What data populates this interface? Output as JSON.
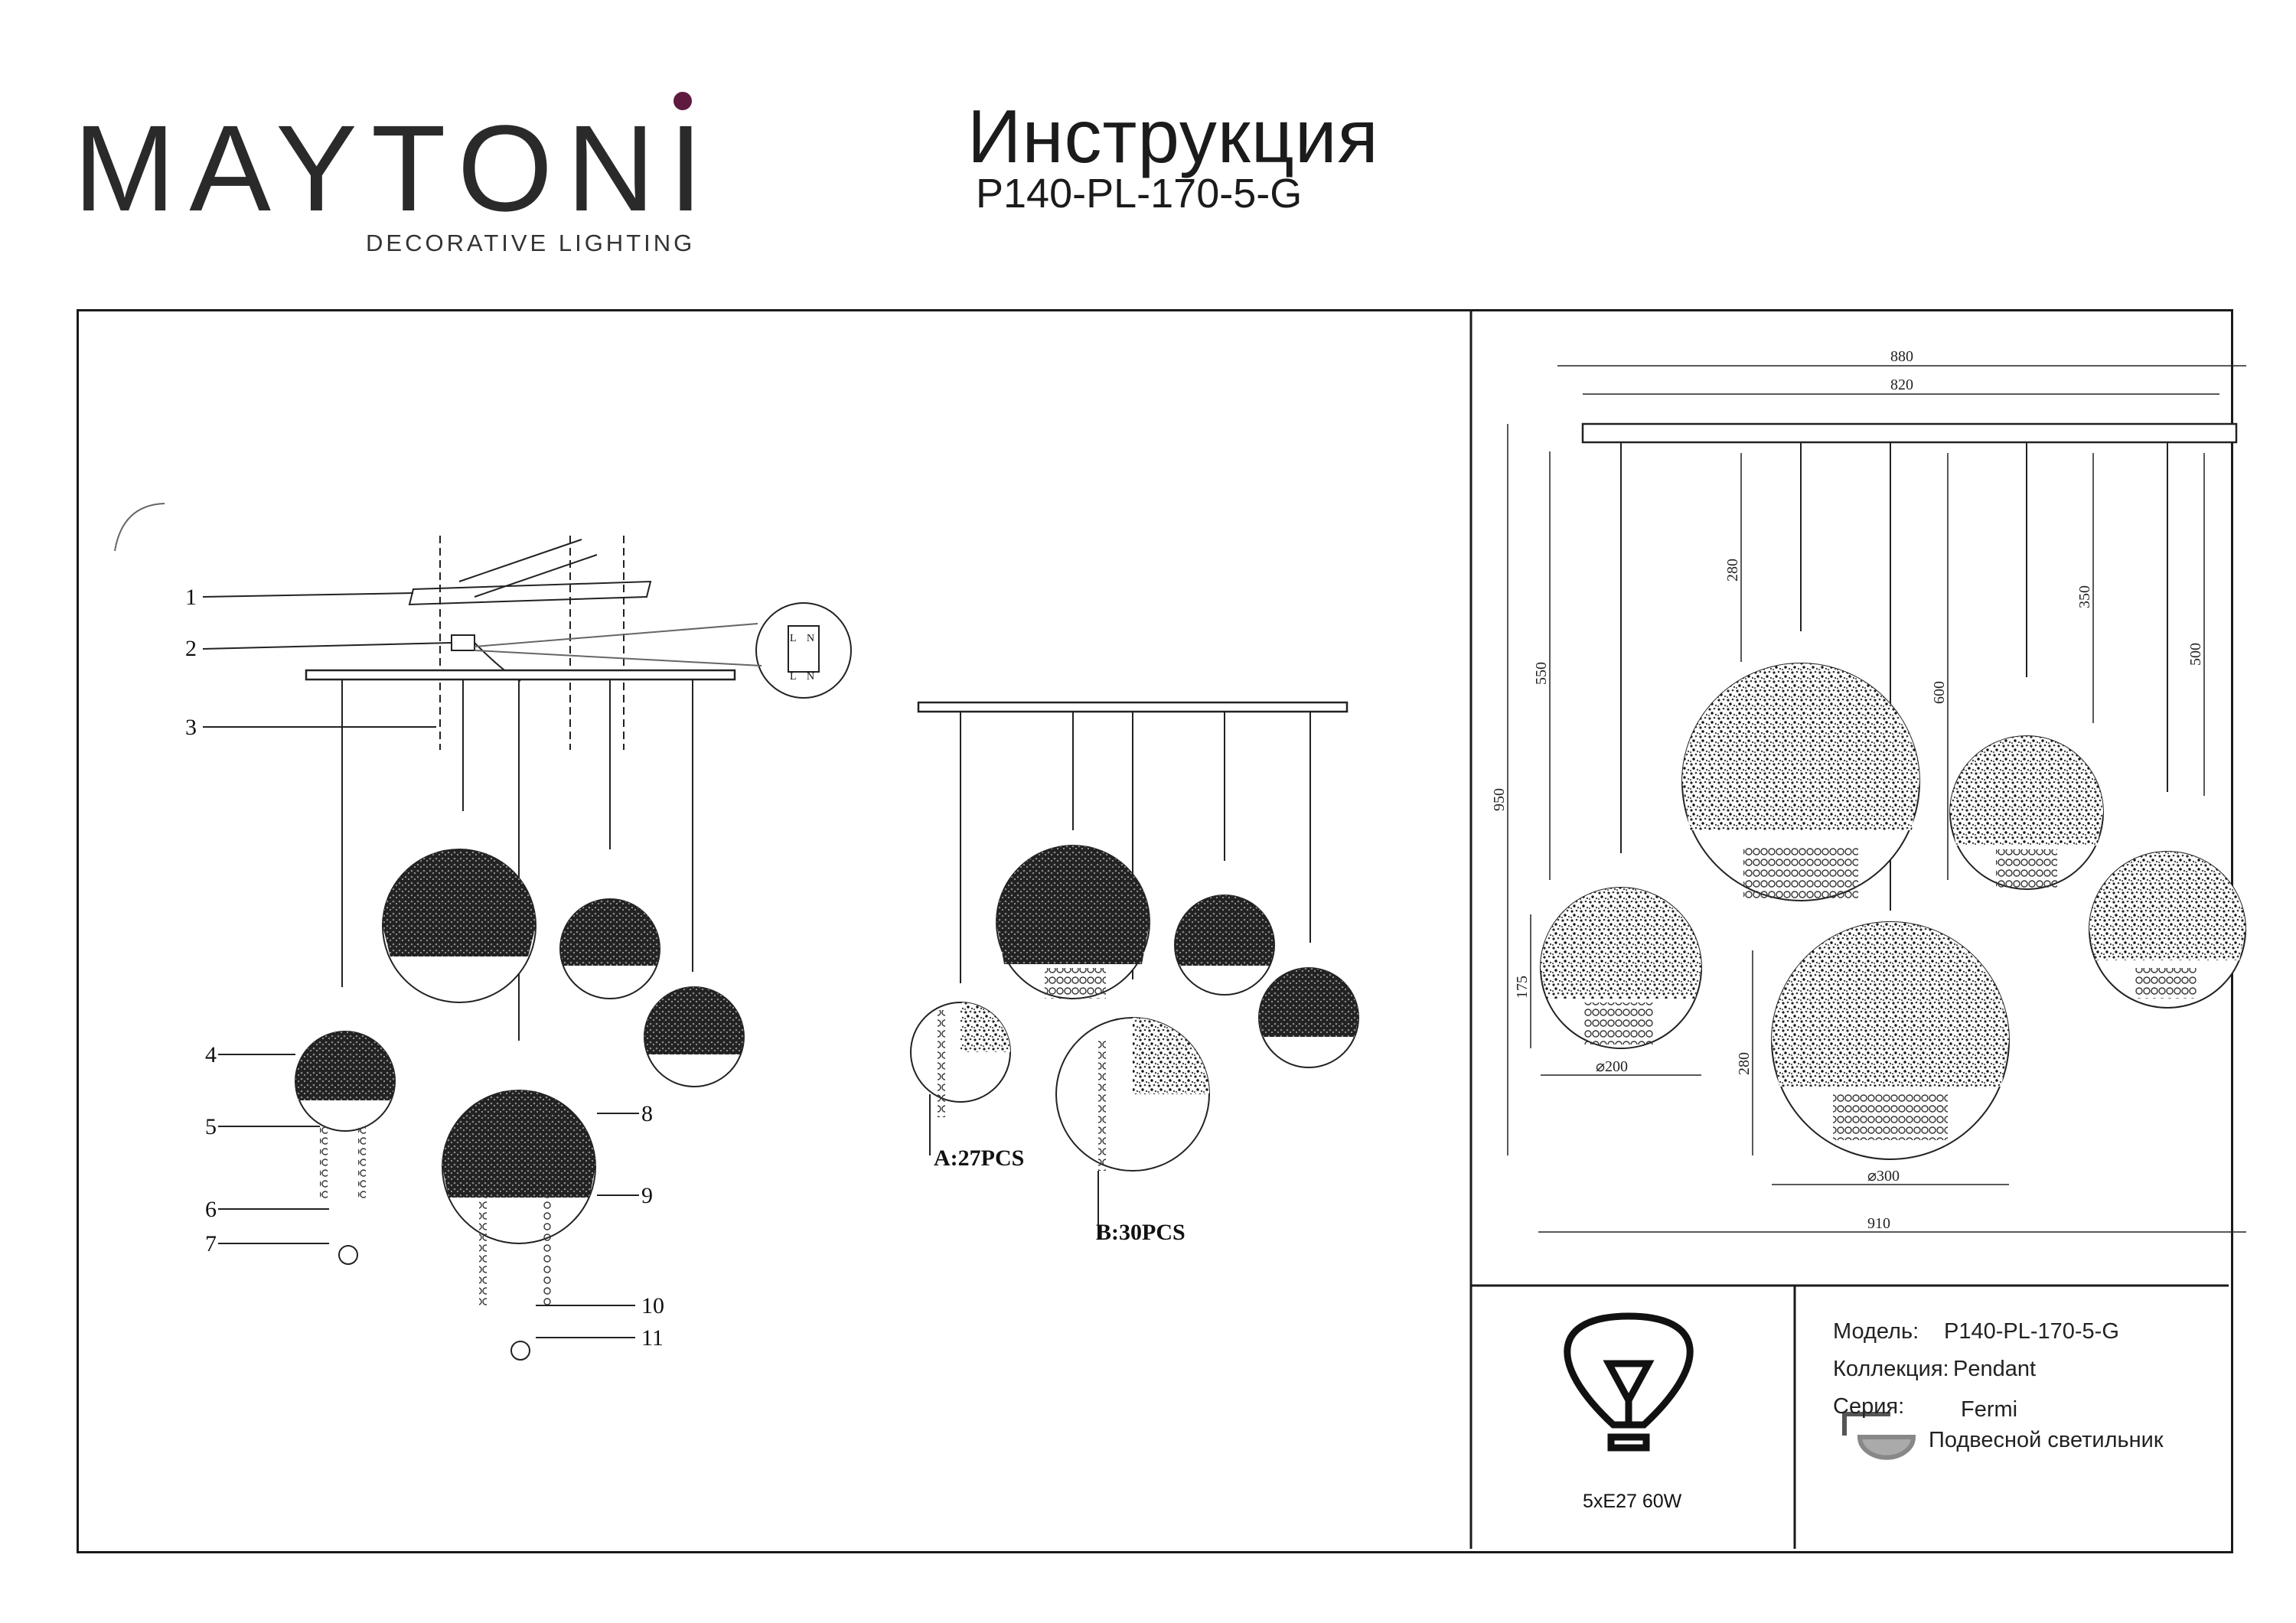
{
  "brand": {
    "name": "MAYTONI",
    "tagline": "DECORATIVE LIGHTING",
    "accent_color": "#5e1b3f"
  },
  "header": {
    "title": "Инструкция",
    "model_code": "P140-PL-170-5-G"
  },
  "assembly": {
    "callouts": [
      "1",
      "2",
      "3",
      "4",
      "5",
      "6",
      "7",
      "8",
      "9",
      "10",
      "11"
    ],
    "crystal_counts": {
      "a": "A:27PCS",
      "b": "B:30PCS"
    },
    "wiring_labels": [
      "L",
      "N",
      "L",
      "N"
    ]
  },
  "dimensions": {
    "canopy_width": "880",
    "canopy_inner": "820",
    "total_height": "950",
    "drop_550": "550",
    "drop_280_top": "280",
    "drop_600": "600",
    "drop_350": "350",
    "drop_500": "500",
    "height_175": "175",
    "height_280_bottom": "280",
    "diameter_small": "⌀200",
    "diameter_large": "⌀300",
    "overall_width": "910"
  },
  "specs": {
    "lamp_icon": "bulb-icon",
    "lamp": "5xE27 60W",
    "rows": [
      {
        "label": "Модель:",
        "value": "P140-PL-170-5-G"
      },
      {
        "label": "Коллекция:",
        "value": "Pendant"
      },
      {
        "label": "Серия:",
        "value": "Fermi"
      }
    ],
    "type_icon": "ceiling-pendant-icon",
    "type": "Подвесной светильник"
  }
}
